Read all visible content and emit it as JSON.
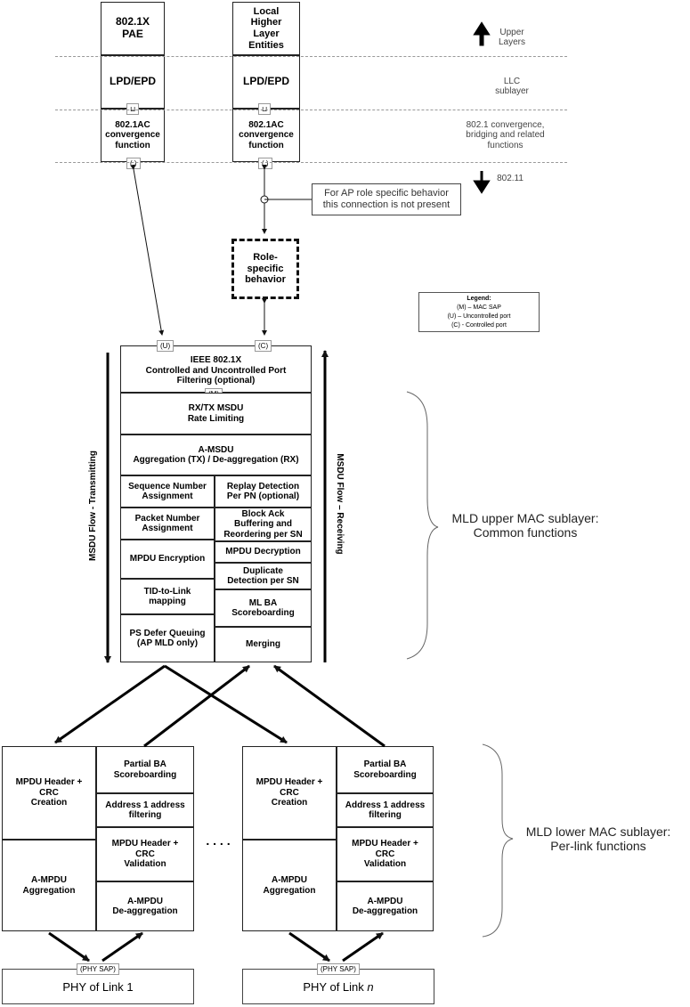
{
  "top": {
    "pae": "802.1X\nPAE",
    "local_higher": "Local\nHigher\nLayer\nEntities",
    "lpd_left": "LPD/EPD",
    "lpd_right": "LPD/EPD",
    "conv_left": "802.1AC\nconvergence\nfunction",
    "conv_right": "802.1AC\nconvergence\nfunction",
    "small_sap_left": "⊔",
    "small_sap_right": "⊔",
    "paren_left": "( )",
    "paren_right": "( )"
  },
  "layers": {
    "upper": "Upper\nLayers",
    "llc": "LLC\nsublayer",
    "convergence": "802.1 convergence,\nbridging and related\nfunctions",
    "ieee80211": "802.11"
  },
  "callout": "For AP role specific behavior\nthis connection is not present",
  "role_specific": "Role-\nspecific\nbehavior",
  "legend": {
    "title": "Legend:",
    "items": [
      "(M) – MAC SAP",
      "(U) – Uncontrolled port",
      "(C) - Controlled port"
    ]
  },
  "upper_mac": {
    "port_u": "(U)",
    "port_c": "(C)",
    "sap_m": "(M)",
    "ieee8021x": "IEEE 802.1X\nControlled and Uncontrolled Port\nFiltering (optional)",
    "rate_limiting": "RX/TX MSDU\nRate Limiting",
    "amsdu": "A-MSDU\nAggregation (TX) / De-aggregation (RX)",
    "seq_num": "Sequence Number\nAssignment",
    "replay": "Replay Detection\nPer PN (optional)",
    "packet_num": "Packet Number\nAssignment",
    "block_ack": "Block Ack\nBuffering and\nReordering per SN",
    "mpdu_enc": "MPDU Encryption",
    "mpdu_dec": "MPDU Decryption",
    "dup_det": "Duplicate\nDetection per SN",
    "tid_link": "TID-to-Link\nmapping",
    "ml_ba": "ML BA\nScoreboarding",
    "ps_defer": "PS Defer Queuing\n(AP MLD only)",
    "merging": "Merging",
    "flow_tx": "MSDU Flow - Transmitting",
    "flow_rx": "MSDU Flow – Receiving",
    "label": "MLD upper MAC sublayer:\nCommon functions"
  },
  "lower_mac": {
    "links": [
      {
        "header_crc": "MPDU Header +\nCRC\nCreation",
        "ampdu_agg": "A-MPDU\nAggregation",
        "partial_ba": "Partial BA\nScoreboarding",
        "addr_filter": "Address 1 address\nfiltering",
        "header_val": "MPDU Header +\nCRC\nValidation",
        "ampdu_deagg": "A-MPDU\nDe-aggregation",
        "phy_sap": "(PHY SAP)",
        "phy_prefix": "PHY of Link ",
        "phy_suffix": "1"
      },
      {
        "header_crc": "MPDU Header +\nCRC\nCreation",
        "ampdu_agg": "A-MPDU\nAggregation",
        "partial_ba": "Partial BA\nScoreboarding",
        "addr_filter": "Address 1 address\nfiltering",
        "header_val": "MPDU Header +\nCRC\nValidation",
        "ampdu_deagg": "A-MPDU\nDe-aggregation",
        "phy_sap": "(PHY SAP)",
        "phy_prefix": "PHY of Link ",
        "phy_suffix": "n"
      }
    ],
    "ellipsis": ". . . .",
    "label": "MLD lower MAC sublayer:\nPer-link functions"
  }
}
